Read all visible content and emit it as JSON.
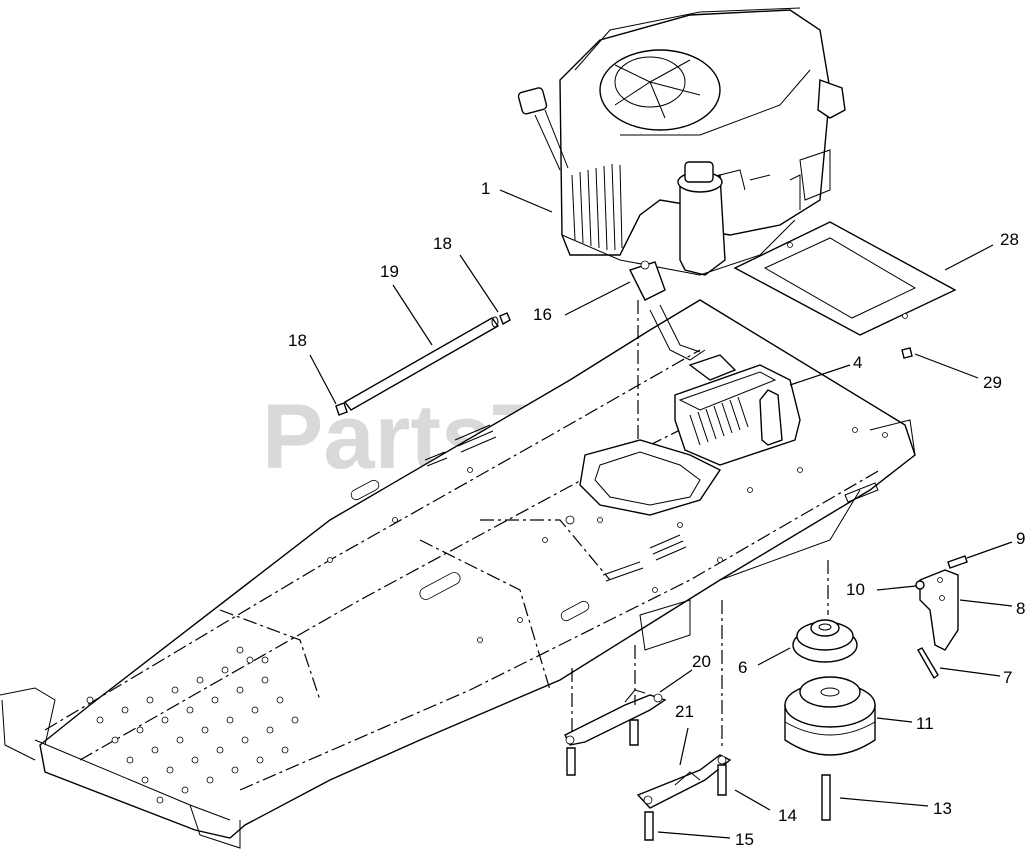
{
  "watermark": "PartsTree",
  "callouts": {
    "c1": "1",
    "c4": "4",
    "c6": "6",
    "c7": "7",
    "c8": "8",
    "c9": "9",
    "c10": "10",
    "c11": "11",
    "c13": "13",
    "c14": "14",
    "c15": "15",
    "c16": "16",
    "c18a": "18",
    "c18b": "18",
    "c19": "19",
    "c20": "20",
    "c21": "21",
    "c28": "28",
    "c29": "29"
  }
}
